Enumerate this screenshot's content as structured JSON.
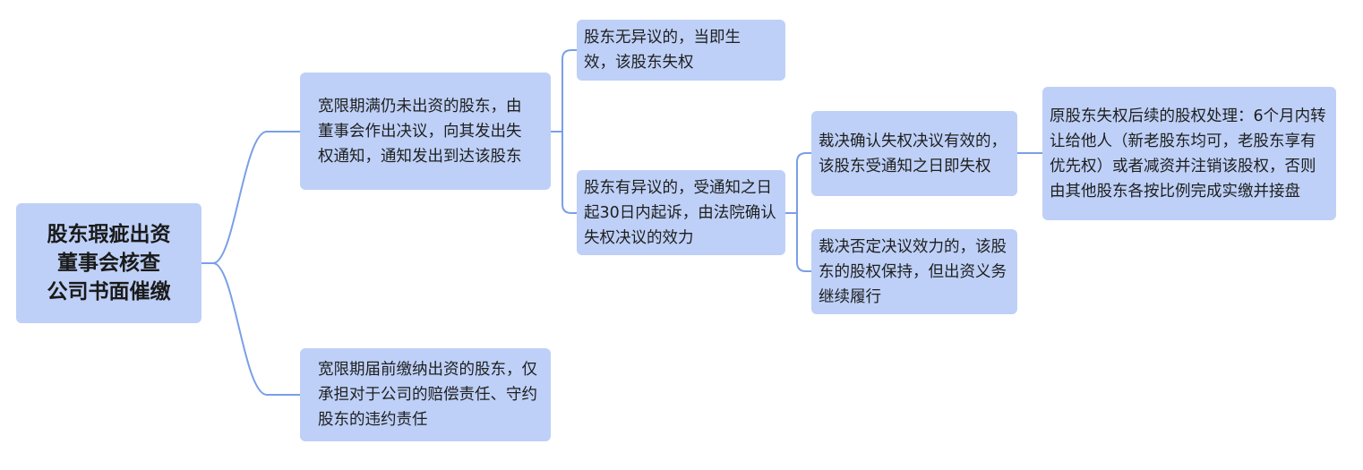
{
  "diagram": {
    "root": {
      "lines": [
        "股东瑕疵出资",
        "董事会核查",
        "公司书面催缴"
      ]
    },
    "nodes": {
      "shareholder_overdue": "宽限期满仍未出资的股东，由董事会作出决议，向其发出失权通知，通知发出到达该股东",
      "no_objection": "股东无异议的，当即生效，该股东失权",
      "objection": "股东有异议的，受通知之日起30日内起诉，由法院确认失权决议的效力",
      "ruling_valid": "裁决确认失权决议有效的，该股东受通知之日即失权",
      "ruling_invalid": "裁决否定决议效力的，该股东的股权保持，但出资义务继续履行",
      "equity_handling": "原股东失权后续的股权处理：6个月内转让给他人（新老股东均可，老股东享有优先权）或者减资并注销该股权，否则由其他股东各按比例完成实缴并接盘",
      "pre_paid": "宽限期届前缴纳出资的股东，仅承担对于公司的赔偿责任、守约股东的违约责任"
    },
    "colors": {
      "node_fill": "#bed0f7",
      "connector": "#7a9fe6"
    }
  }
}
